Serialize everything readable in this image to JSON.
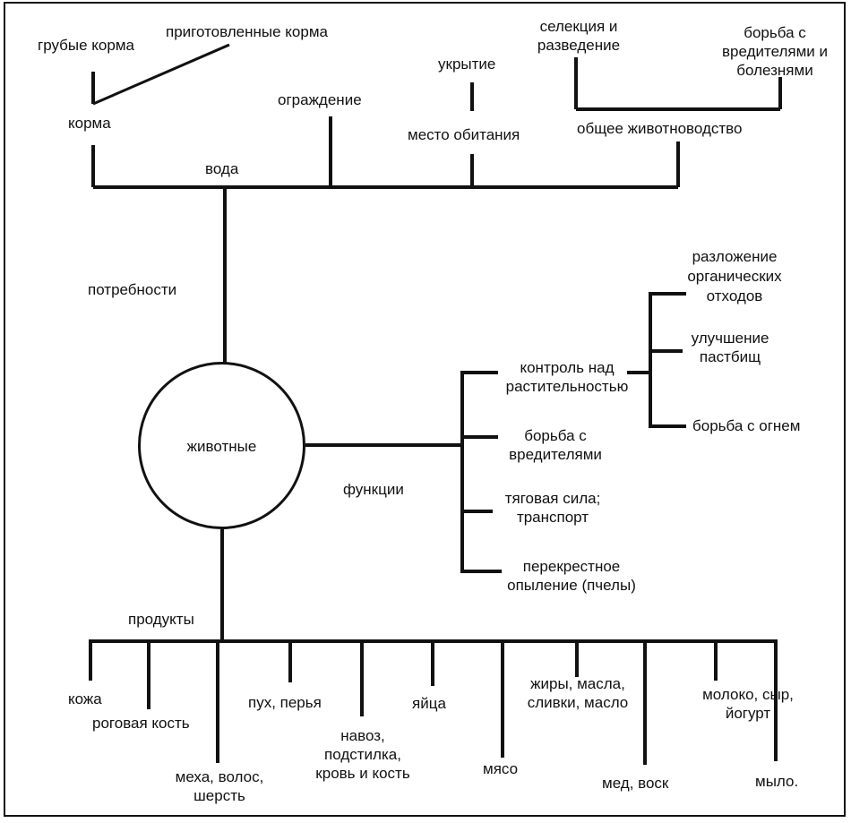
{
  "center": "животные",
  "needs": {
    "label": "потребности",
    "feed": "корма",
    "rough_feed": "грубые корма",
    "prepared_feed": "приготовленные корма",
    "water": "вода",
    "fence": "ограждение",
    "shelter": "укрытие",
    "habitat": "место обитания",
    "breeding_1": "селекция и",
    "breeding_2": "разведение",
    "pest_control_1": "борьба с",
    "pest_control_2": "вредителями и",
    "pest_control_3": "болезнями",
    "husbandry": "общее животноводство"
  },
  "functions": {
    "label": "функции",
    "veg_control_1": "контроль над",
    "veg_control_2": "растительностью",
    "decomposition_1": "разложение",
    "decomposition_2": "органических",
    "decomposition_3": "отходов",
    "pasture_1": "улучшение",
    "pasture_2": "пастбищ",
    "fire": "борьба с огнем",
    "pests_1": "борьба с",
    "pests_2": "вредителями",
    "draft_1": "тяговая сила;",
    "draft_2": "транспорт",
    "pollination_1": "перекрестное",
    "pollination_2": "опыление (пчелы)"
  },
  "products": {
    "label": "продукты",
    "leather": "кожа",
    "horn_bone": "роговая кость",
    "fur_1": "меха, волос,",
    "fur_2": "шерсть",
    "down": "пух, перья",
    "manure_1": "навоз,",
    "manure_2": "подстилка,",
    "manure_3": "кровь и кость",
    "eggs": "яйца",
    "meat": "мясо",
    "fats_1": "жиры, масла,",
    "fats_2": "сливки, масло",
    "honey": "мед, воск",
    "dairy_1": "молоко, сыр,",
    "dairy_2": "йогурт",
    "soap": "мыло."
  }
}
